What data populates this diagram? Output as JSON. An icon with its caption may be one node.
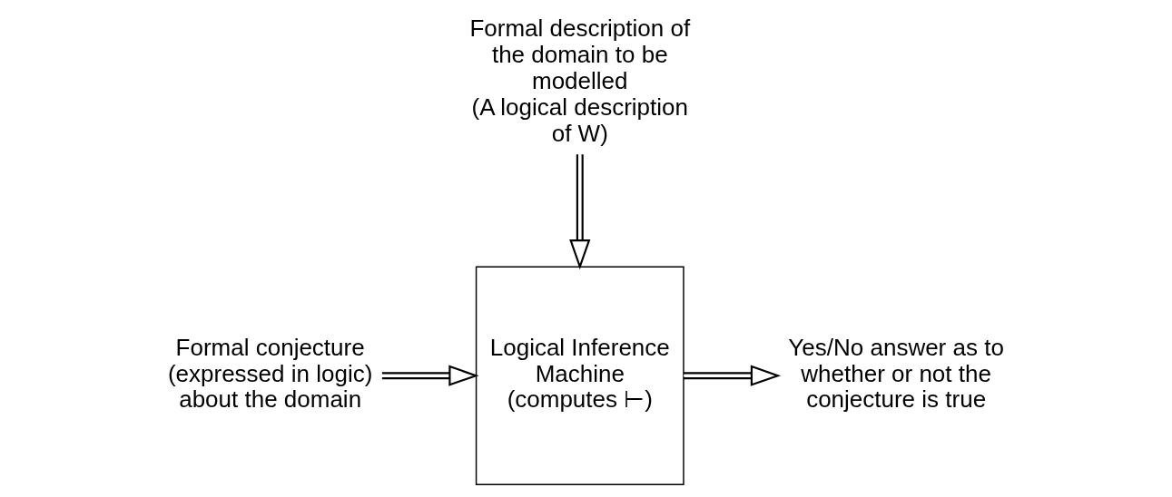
{
  "diagram": {
    "nodes": [
      {
        "text": [
          "Formal description of the domain to be modelled",
          "(A logical description of W)"
        ]
      },
      {
        "text": [
          "Formal conjecture (expressed in logic) about the domain"
        ]
      },
      {
        "text": [
          "Logical Inference Machine",
          "(computes ⊢)"
        ]
      },
      {
        "text": [
          "Yes/No answer as to whether or not the conjecture is true"
        ]
      }
    ],
    "edges": [
      {
        "from": 0,
        "to": 2,
        "arrow": "to"
      },
      {
        "from": 1,
        "to": 2,
        "arrow": "to"
      },
      {
        "from": 2,
        "to": 3,
        "arrow": "to"
      }
    ]
  }
}
